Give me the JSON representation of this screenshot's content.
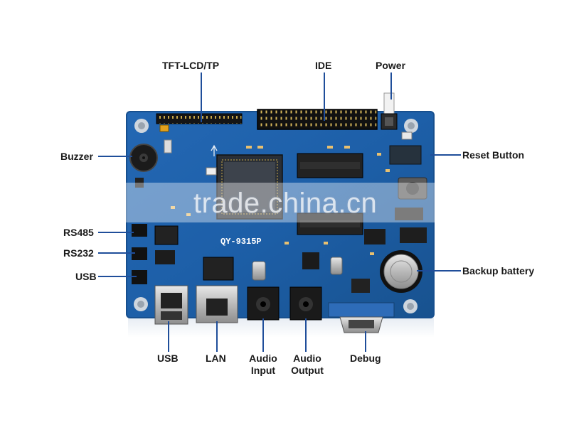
{
  "labels": {
    "tft_lcd": "TFT-LCD/TP",
    "ide": "IDE",
    "power": "Power",
    "buzzer": "Buzzer",
    "reset_button": "Reset Button",
    "rs485": "RS485",
    "rs232": "RS232",
    "usb_left": "USB",
    "backup_battery": "Backup battery",
    "usb_bottom": "USB",
    "lan": "LAN",
    "audio_input_1": "Audio",
    "audio_input_2": "Input",
    "audio_output_1": "Audio",
    "audio_output_2": "Output",
    "debug": "Debug"
  },
  "board": {
    "model": "QY-9315P"
  },
  "watermark": "trade.china.cn",
  "colors": {
    "pcb": "#1d5fa8",
    "pcb_edge": "#174f8e",
    "leader_line": "#1f4e9a",
    "label_text": "#1a1a1a"
  }
}
